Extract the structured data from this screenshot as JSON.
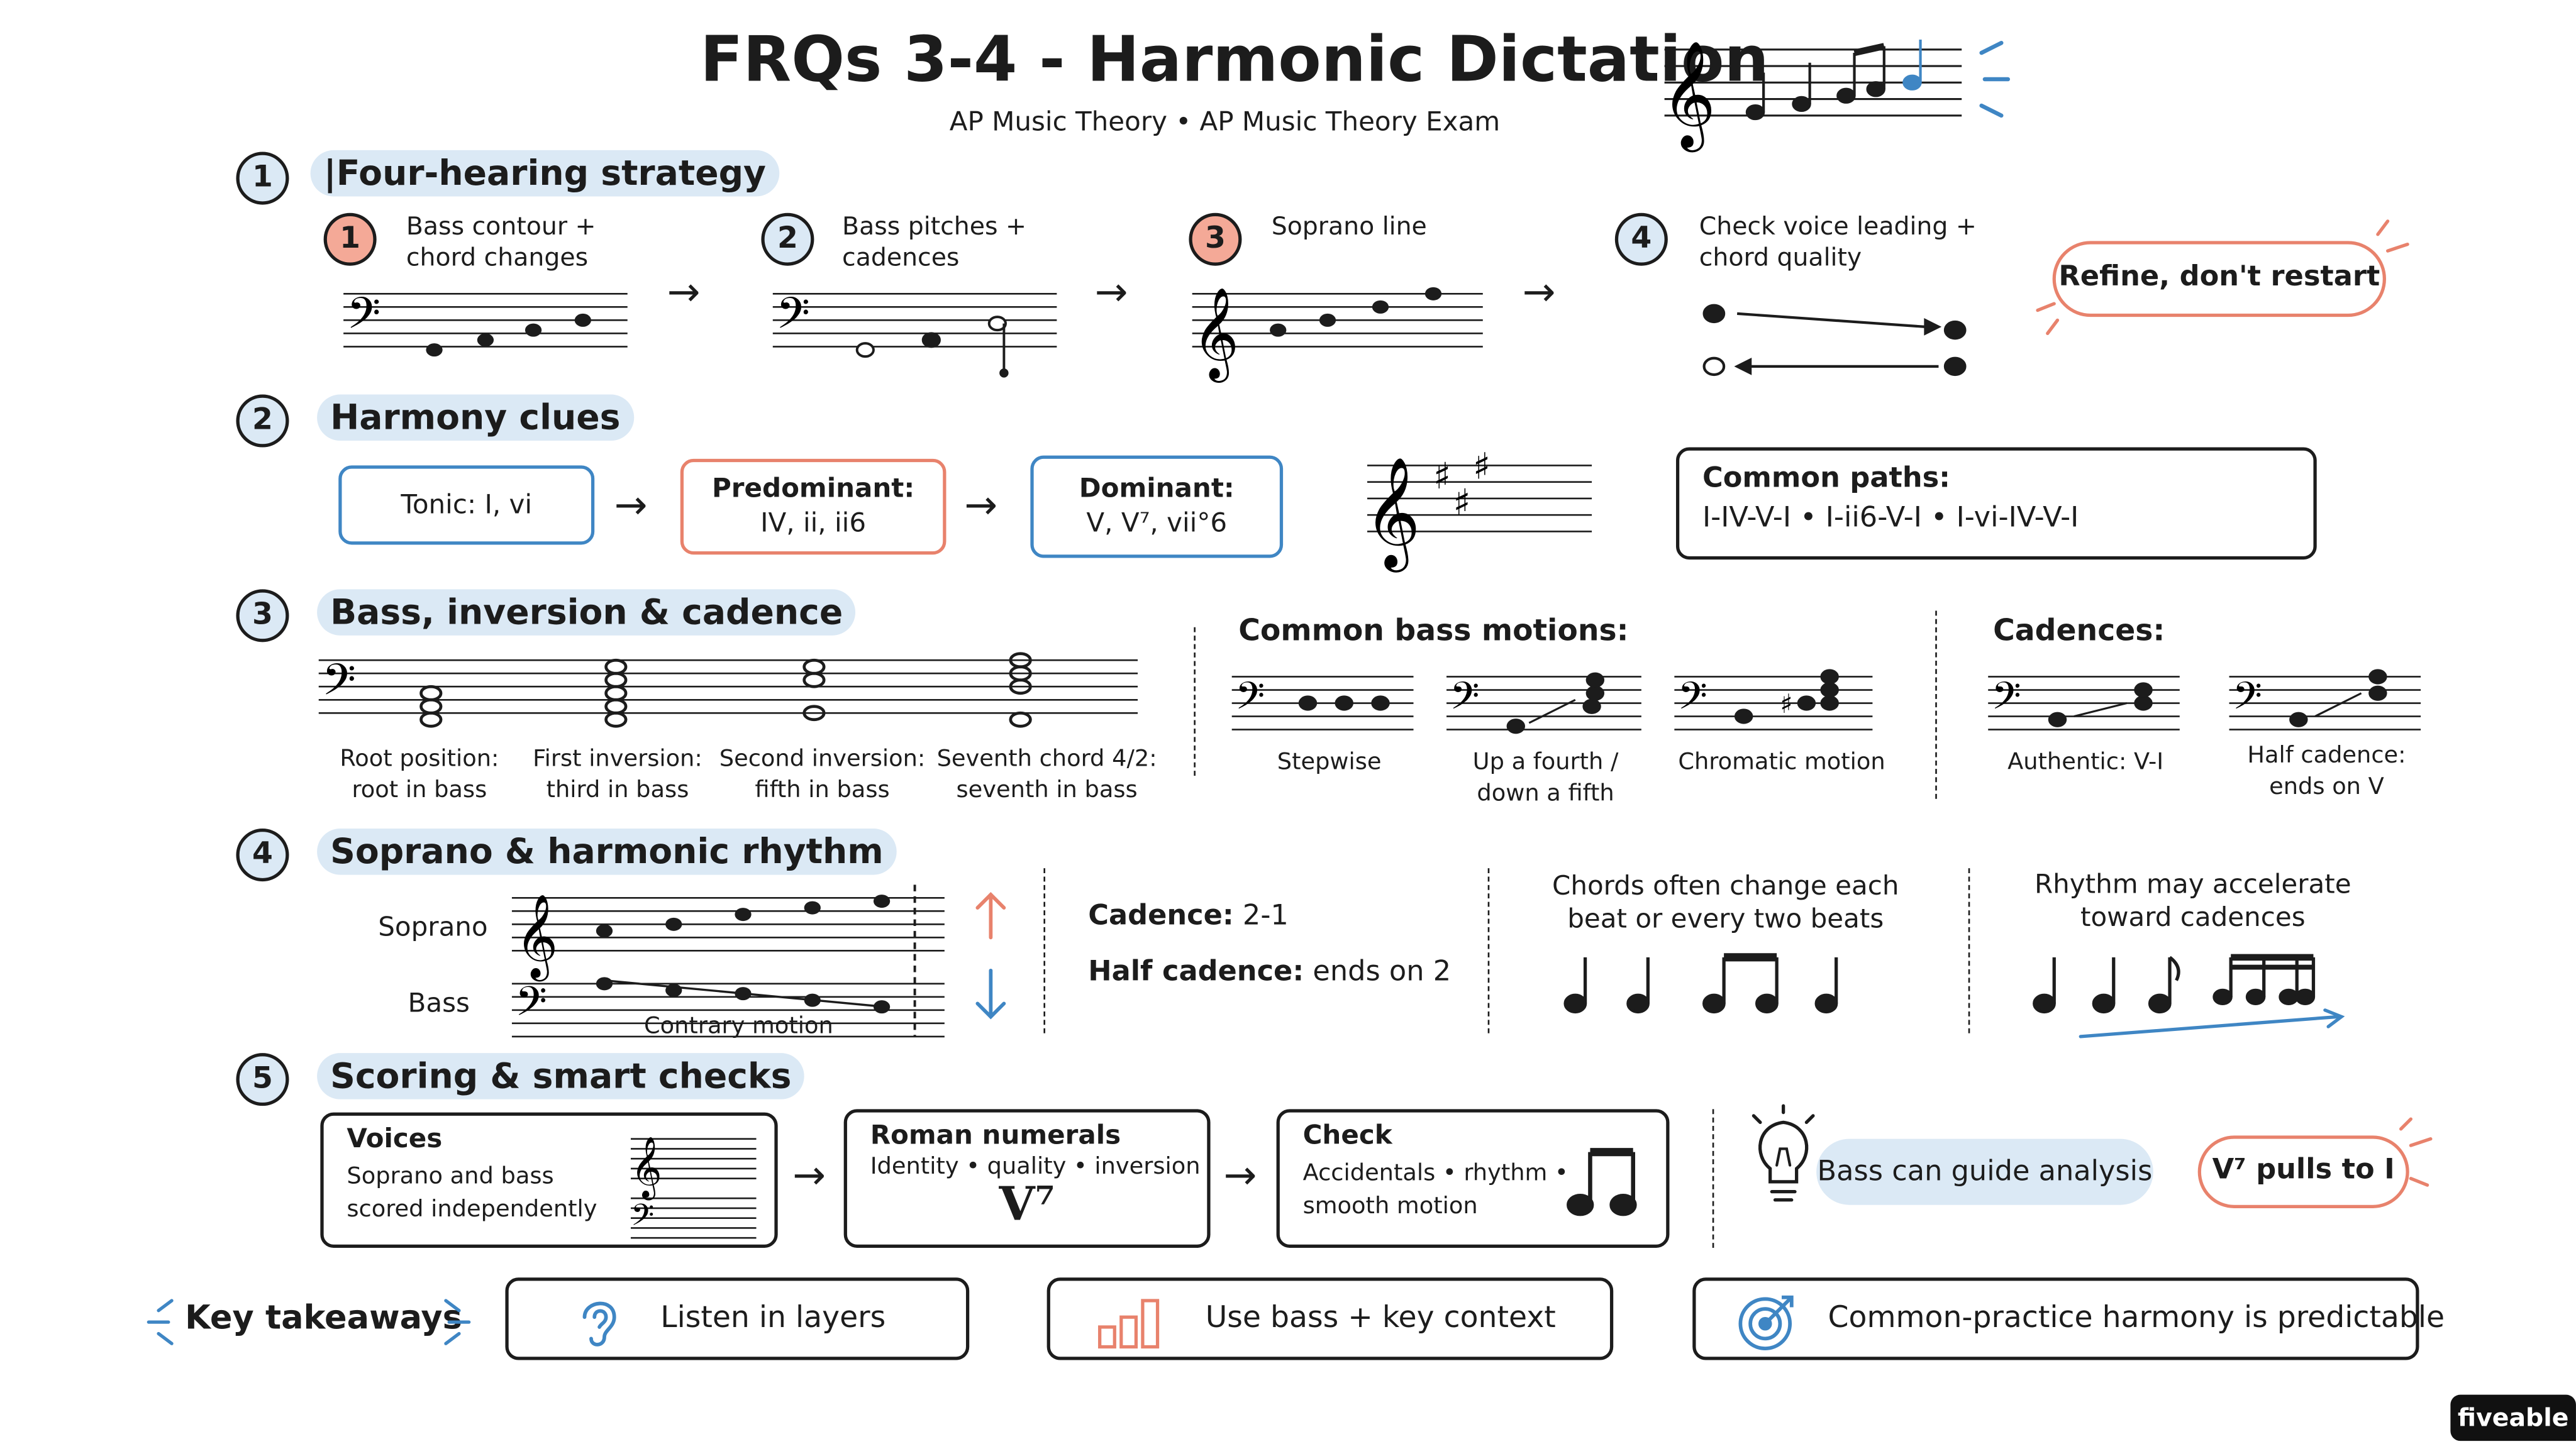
{
  "header": {
    "title": "FRQs 3-4 - Harmonic Dictation",
    "subtitle": "AP Music Theory • AP Music Theory Exam"
  },
  "colors": {
    "blue": "#3f86c4",
    "light_blue": "#dbe9f5",
    "red": "#e8826c",
    "light_red": "#f4a997",
    "ink": "#1c1c1c"
  },
  "sections": {
    "s1": {
      "number": "1",
      "label": "|Four-hearing strategy",
      "steps": [
        {
          "number": "1",
          "text": "Bass contour +\nchord changes"
        },
        {
          "number": "2",
          "text": "Bass pitches +\ncadences"
        },
        {
          "number": "3",
          "text": "Soprano line"
        },
        {
          "number": "4",
          "text": "Check voice leading +\nchord quality"
        }
      ],
      "callout": "Refine, don't restart"
    },
    "s2": {
      "number": "2",
      "label": "Harmony clues",
      "tonic": "Tonic: I, vi",
      "predominant_title": "Predominant:",
      "predominant_chords": "IV, ii, ii6",
      "dominant_title": "Dominant:",
      "dominant_chords": "V, V⁷, vii°6",
      "paths_title": "Common paths:",
      "paths": "I-IV-V-I • I-ii6-V-I • I-vi-IV-V-I"
    },
    "s3": {
      "number": "3",
      "label": "Bass, inversion & cadence",
      "inversions": [
        "Root position:\nroot in bass",
        "First inversion:\nthird in bass",
        "Second inversion:\nfifth in bass",
        "Seventh chord 4/2:\nseventh in bass"
      ],
      "motions_title": "Common bass motions:",
      "motions": [
        "Stepwise",
        "Up a fourth /\ndown a fifth",
        "Chromatic motion"
      ],
      "cadences_title": "Cadences:",
      "cadences": [
        "Authentic: V-I",
        "Half cadence:\nends on V"
      ]
    },
    "s4": {
      "number": "4",
      "label": "Soprano & harmonic rhythm",
      "soprano": "Soprano",
      "bass": "Bass",
      "contrary": "Contrary motion",
      "cadence_label": "Cadence:",
      "cadence_value": "2-1",
      "half_label": "Half cadence:",
      "half_value": "ends on 2",
      "change_text": "Chords often change each\nbeat or every two beats",
      "accel_text": "Rhythm may accelerate\ntoward cadences"
    },
    "s5": {
      "number": "5",
      "label": "Scoring & smart checks",
      "voices_title": "Voices",
      "voices_text": "Soprano and bass\nscored independently",
      "roman_title": "Roman numerals",
      "roman_text": "Identity • quality • inversion",
      "roman_symbol": "V⁷",
      "check_title": "Check",
      "check_text": "Accidentals • rhythm •\nsmooth motion",
      "tip": "Bass can guide analysis",
      "pull": "V⁷ pulls to I"
    }
  },
  "takeaways": {
    "label": "Key takeaways",
    "items": [
      "Listen in layers",
      "Use bass + key context",
      "Common-practice harmony is predictable"
    ]
  },
  "brand": "fiveable"
}
